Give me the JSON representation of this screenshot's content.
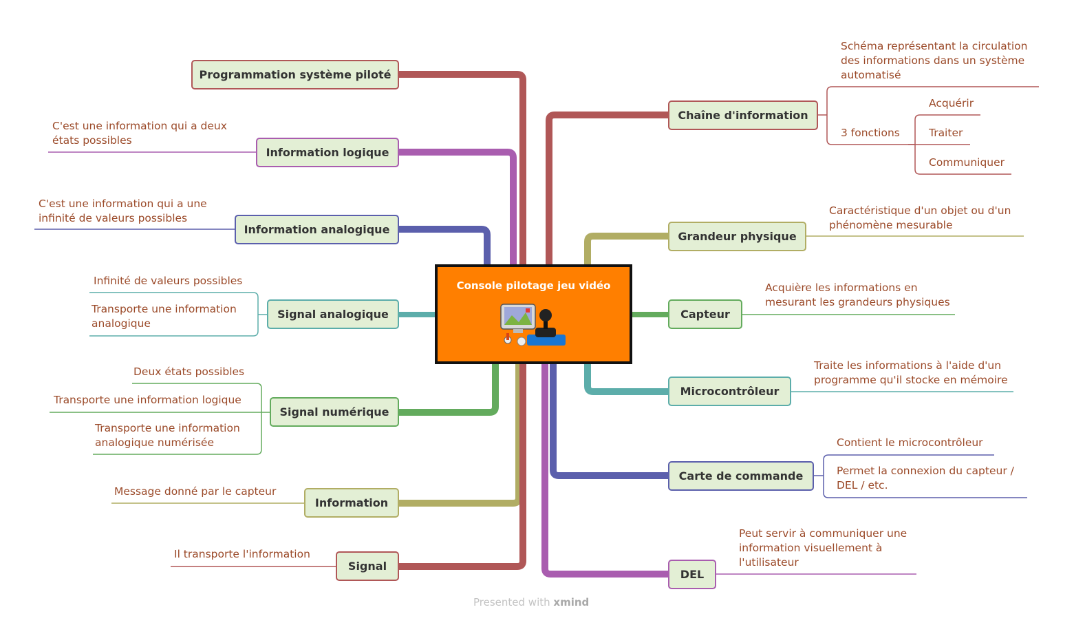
{
  "central_topic": {
    "title": "Console pilotage jeu vidéo",
    "image": "joystick-console-illustration"
  },
  "left_branches": {
    "programmation": {
      "label": "Programmation système piloté",
      "color": "#b05757"
    },
    "info_logique": {
      "label": "Information logique",
      "color": "#a95daf",
      "note": "C'est une information qui a deux\nétats possibles"
    },
    "info_analogique": {
      "label": "Information analogique",
      "color": "#5b5fac",
      "note": "C'est une information qui a une\ninfinité de valeurs possibles"
    },
    "signal_analogique": {
      "label": "Signal analogique",
      "color": "#5cadaa",
      "notes": [
        "Infinité de valeurs possibles",
        "Transporte une information\nanalogique"
      ]
    },
    "signal_numerique": {
      "label": "Signal numérique",
      "color": "#63ab5d",
      "notes": [
        "Deux états possibles",
        "Transporte une information logique",
        "Transporte une information\nanalogique numérisée"
      ]
    },
    "information": {
      "label": "Information",
      "color": "#b1ad64",
      "note": "Message donné par le capteur"
    },
    "signal": {
      "label": "Signal",
      "color": "#b05757",
      "note": "Il transporte l'information"
    }
  },
  "right_branches": {
    "chaine": {
      "label": "Chaîne d'information",
      "color": "#b05757",
      "definition": "Schéma représentant la circulation\ndes informations dans un système\nautomatisé",
      "functions_label": "3 fonctions",
      "functions": [
        "Acquérir",
        "Traiter",
        "Communiquer"
      ]
    },
    "grandeur": {
      "label": "Grandeur physique",
      "color": "#b1ad64",
      "note": "Caractéristique d'un objet ou d'un\nphénomène mesurable"
    },
    "capteur": {
      "label": "Capteur",
      "color": "#63ab5d",
      "note": "Acquière les informations en\nmesurant les grandeurs physiques"
    },
    "microcontroleur": {
      "label": "Microcontrôleur",
      "color": "#5cadaa",
      "note": "Traite les informations à l'aide d'un\nprogramme qu'il stocke en mémoire"
    },
    "carte": {
      "label": "Carte de commande",
      "color": "#5b5fac",
      "notes": [
        "Contient le microcontrôleur",
        "Permet la connexion du capteur /\nDEL / etc."
      ]
    },
    "del": {
      "label": "DEL",
      "color": "#a95daf",
      "note": "Peut servir à communiquer une\ninformation visuellement à\nl'utilisateur"
    }
  },
  "footer": {
    "presented_with": "Presented with",
    "brand": "xmind"
  }
}
